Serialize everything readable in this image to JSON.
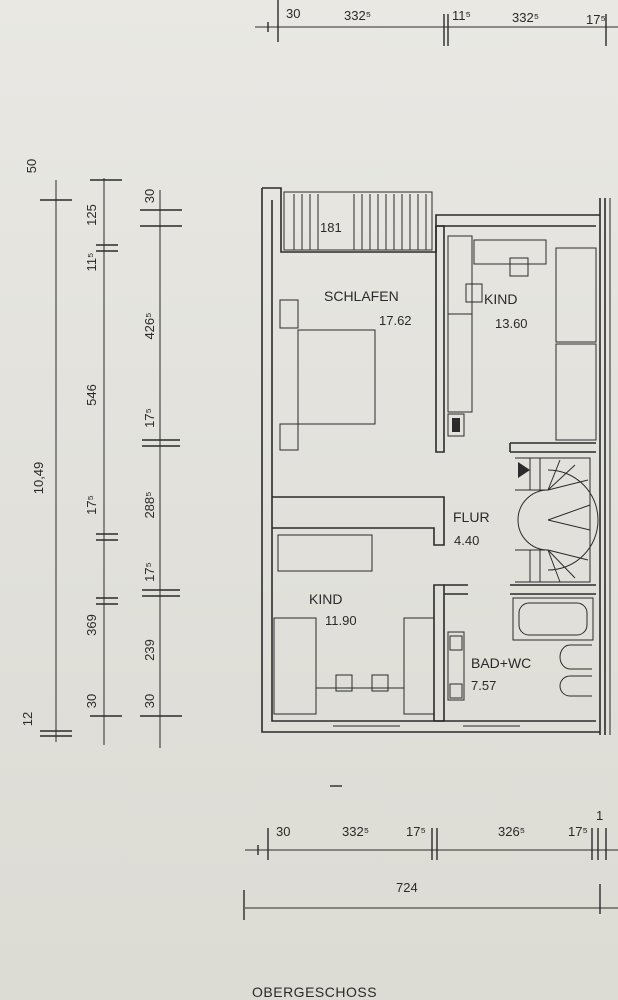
{
  "plan": {
    "title": "OBERGESCHOSS",
    "rooms": [
      {
        "name": "SCHLAFEN",
        "area": "17.62"
      },
      {
        "name": "KIND",
        "area": "13.60"
      },
      {
        "name": "FLUR",
        "area": "4.40"
      },
      {
        "name": "KIND",
        "area": "11.90"
      },
      {
        "name": "BAD+WC",
        "area": "7.57"
      }
    ],
    "balcony_label": "181"
  },
  "dimensions": {
    "top": [
      "30",
      "332⁵",
      "11⁵",
      "332⁵",
      "17⁵"
    ],
    "bottom_chain": [
      "30",
      "332⁵",
      "17⁵",
      "326⁵",
      "17⁵",
      "1"
    ],
    "bottom_total": "724",
    "left_total": "10,49",
    "left_outer": [
      "50",
      "125",
      "11⁵",
      "546",
      "17⁵",
      "369",
      "30",
      "12"
    ],
    "left_inner": [
      "30",
      "426⁵",
      "17⁵",
      "288⁵",
      "17⁵",
      "239",
      "30"
    ]
  }
}
